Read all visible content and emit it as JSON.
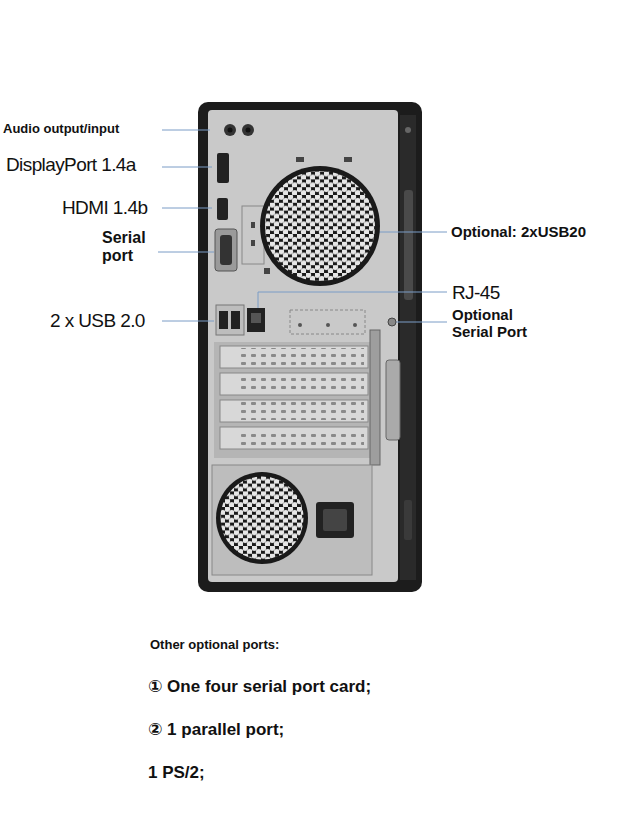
{
  "diagram": {
    "labels": [
      "Audio output/input",
      "DisplayPort 1.4a",
      "HDMI 1.4b",
      "Serial port",
      "2 x USB 2.0",
      "Optional: 2xUSB20",
      "RJ-45",
      "Optional Serial Port",
      "Other optional ports:",
      "① One four serial port card;",
      "② 1 parallel port;",
      "1 PS/2;"
    ]
  }
}
